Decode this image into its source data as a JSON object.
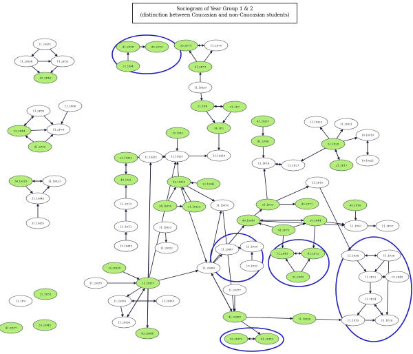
{
  "title": {
    "line1": "Sociogram of Year Group 1 & 2",
    "line2": "(distinction between Caucasian and non-Caucasian students)"
  },
  "colors": {
    "non_caucasian_fill": "#b4ee7a",
    "caucasian_fill": "#ffffff",
    "node_stroke": "#444444",
    "edge": "#1a1a3a",
    "group_highlight": "#1f1fb4"
  },
  "nodes": [
    {
      "id": "n01",
      "label": "11.2M32",
      "c": "w"
    },
    {
      "id": "n02",
      "label": "11.2M34",
      "c": "w"
    },
    {
      "id": "n03",
      "label": "11.2F35",
      "c": "w"
    },
    {
      "id": "n04",
      "label": "49.2F46",
      "c": "g"
    },
    {
      "id": "n05",
      "label": "41.2F38",
      "c": "g"
    },
    {
      "id": "n06",
      "label": "43.2F33",
      "c": "g"
    },
    {
      "id": "n07",
      "label": "21.1M4",
      "c": "g"
    },
    {
      "id": "n08",
      "label": "39.2F71",
      "c": "g"
    },
    {
      "id": "n09",
      "label": "11.2F70",
      "c": "w"
    },
    {
      "id": "n10",
      "label": "41.2F37",
      "c": "g"
    },
    {
      "id": "n11",
      "label": "11.1M39",
      "c": "w"
    },
    {
      "id": "n12",
      "label": "11.2F80",
      "c": "w"
    },
    {
      "id": "n13",
      "label": "11.2F66",
      "c": "w"
    },
    {
      "id": "n14",
      "label": "29.2F44",
      "c": "g"
    },
    {
      "id": "n15",
      "label": "11.2F76",
      "c": "w"
    },
    {
      "id": "n16",
      "label": "41.2F50",
      "c": "g"
    },
    {
      "id": "n17",
      "label": "21.1F4",
      "c": "g"
    },
    {
      "id": "n18",
      "label": "31.1F7",
      "c": "g"
    },
    {
      "id": "n19",
      "label": "34.1F2",
      "c": "g"
    },
    {
      "id": "n20",
      "label": "11.1M18",
      "c": "w"
    },
    {
      "id": "n21",
      "label": "39.1M3",
      "c": "g"
    },
    {
      "id": "n22",
      "label": "11.1M32",
      "c": "w"
    },
    {
      "id": "n23",
      "label": "11.1M31",
      "c": "w"
    },
    {
      "id": "n24",
      "label": "22.1M52",
      "c": "g"
    },
    {
      "id": "n25",
      "label": "49.1M1",
      "c": "g"
    },
    {
      "id": "n26",
      "label": "11.1F13",
      "c": "w"
    },
    {
      "id": "n27",
      "label": "11.1F11",
      "c": "w"
    },
    {
      "id": "n28",
      "label": "19.1M23",
      "c": "w"
    },
    {
      "id": "n29",
      "label": "41.2M37",
      "c": "g"
    },
    {
      "id": "n30",
      "label": "41.2F46",
      "c": "g"
    },
    {
      "id": "n31",
      "label": "11.1F14",
      "c": "w"
    },
    {
      "id": "n32",
      "label": "11.1F27",
      "c": "w"
    },
    {
      "id": "n33",
      "label": "11.1M25",
      "c": "w"
    },
    {
      "id": "n34",
      "label": "11.2M21",
      "c": "w"
    },
    {
      "id": "n35",
      "label": "31.1F28",
      "c": "g"
    },
    {
      "id": "n36",
      "label": "10.1M19",
      "c": "w"
    },
    {
      "id": "n37",
      "label": "21.1F17",
      "c": "g"
    },
    {
      "id": "n38",
      "label": "19.1M21",
      "c": "w"
    },
    {
      "id": "n39",
      "label": "34.1M19",
      "c": "g"
    },
    {
      "id": "n40",
      "label": "11.1M23",
      "c": "w"
    },
    {
      "id": "n41",
      "label": "11.1M40",
      "c": "w"
    },
    {
      "id": "n42",
      "label": "11.1M35",
      "c": "w"
    },
    {
      "id": "n43",
      "label": "49.1M16",
      "c": "g"
    },
    {
      "id": "n44",
      "label": "22.1M41",
      "c": "g"
    },
    {
      "id": "n45",
      "label": "34.1M76",
      "c": "g"
    },
    {
      "id": "n46",
      "label": "21.1M23",
      "c": "g"
    },
    {
      "id": "n47",
      "label": "11.1M70",
      "c": "w"
    },
    {
      "id": "n48",
      "label": "11.1F10",
      "c": "w"
    },
    {
      "id": "n49",
      "label": "31.1F33",
      "c": "g"
    },
    {
      "id": "n50",
      "label": "43.2F71",
      "c": "g"
    },
    {
      "id": "n51",
      "label": "49.1F16",
      "c": "g"
    },
    {
      "id": "n52",
      "label": "11.1F41",
      "c": "w"
    },
    {
      "id": "n53",
      "label": "11.1F37",
      "c": "w"
    },
    {
      "id": "n54",
      "label": "49.1M49",
      "c": "g"
    },
    {
      "id": "n55",
      "label": "39.1F44",
      "c": "g"
    },
    {
      "id": "n56",
      "label": "41.2F73",
      "c": "g"
    },
    {
      "id": "n57",
      "label": "11.1M33",
      "c": "w"
    },
    {
      "id": "n58",
      "label": "11.2M32",
      "c": "w"
    },
    {
      "id": "n59",
      "label": "19.1M83",
      "c": "w"
    },
    {
      "id": "n60",
      "label": "11.2M47",
      "c": "w"
    },
    {
      "id": "n61",
      "label": "11.1F30",
      "c": "w"
    },
    {
      "id": "n62",
      "label": "10.1F32",
      "c": "w"
    },
    {
      "id": "n63",
      "label": "11.2F43",
      "c": "g"
    },
    {
      "id": "n64",
      "label": "41.2F72",
      "c": "g"
    },
    {
      "id": "n65",
      "label": "32.2F49",
      "c": "g"
    },
    {
      "id": "n66",
      "label": "11.1F38",
      "c": "w"
    },
    {
      "id": "n67",
      "label": "11.1F36",
      "c": "w"
    },
    {
      "id": "n68",
      "label": "11.1F22",
      "c": "w"
    },
    {
      "id": "n69",
      "label": "19.2F45",
      "c": "w"
    },
    {
      "id": "n70",
      "label": "10.2M38",
      "c": "g"
    },
    {
      "id": "n71",
      "label": "11.2M35",
      "c": "w"
    },
    {
      "id": "n72",
      "label": "11.2M57",
      "c": "g"
    },
    {
      "id": "n73",
      "label": "11.2M69",
      "c": "w"
    },
    {
      "id": "n74",
      "label": "11.2M77",
      "c": "w"
    },
    {
      "id": "n75",
      "label": "11.2M39",
      "c": "w"
    },
    {
      "id": "n76",
      "label": "11.2M55",
      "c": "w"
    },
    {
      "id": "n77",
      "label": "11.2M36",
      "c": "w"
    },
    {
      "id": "n78",
      "label": "43.2M44",
      "c": "g"
    },
    {
      "id": "n79",
      "label": "41.2M60",
      "c": "g"
    },
    {
      "id": "n80",
      "label": "11.1M34",
      "c": "g"
    },
    {
      "id": "n81",
      "label": "11.1F15",
      "c": "w"
    },
    {
      "id": "n82",
      "label": "11.1F24",
      "c": "w"
    },
    {
      "id": "n83",
      "label": "11.1F26",
      "c": "w"
    },
    {
      "id": "n84",
      "label": "30.2M70",
      "c": "g"
    },
    {
      "id": "n85",
      "label": "41.2M59",
      "c": "g"
    },
    {
      "id": "n86",
      "label": "11.1F9",
      "c": "w"
    },
    {
      "id": "n87",
      "label": "22.1F31",
      "c": "g"
    },
    {
      "id": "n88",
      "label": "41.2F37",
      "c": "g"
    },
    {
      "id": "n89",
      "label": "29.2M43",
      "c": "g"
    }
  ],
  "edges": [
    [
      "n01",
      "n02"
    ],
    [
      "n01",
      "n03"
    ],
    [
      "n02",
      "n03"
    ],
    [
      "n03",
      "n04"
    ],
    [
      "n02",
      "n04"
    ],
    [
      "n05",
      "n06"
    ],
    [
      "n07",
      "n05"
    ],
    [
      "n08",
      "n09"
    ],
    [
      "n09",
      "n08"
    ],
    [
      "n10",
      "n08"
    ],
    [
      "n10",
      "n09"
    ],
    [
      "n11",
      "n10"
    ],
    [
      "n12",
      "n14"
    ],
    [
      "n13",
      "n15"
    ],
    [
      "n14",
      "n15"
    ],
    [
      "n16",
      "n14"
    ],
    [
      "n16",
      "n15"
    ],
    [
      "n12",
      "n15"
    ],
    [
      "n14",
      "n12"
    ],
    [
      "n17",
      "n18"
    ],
    [
      "n18",
      "n17"
    ],
    [
      "n17",
      "n19"
    ],
    [
      "n18",
      "n19"
    ],
    [
      "n11",
      "n17"
    ],
    [
      "n19",
      "n20"
    ],
    [
      "n21",
      "n23"
    ],
    [
      "n22",
      "n23"
    ],
    [
      "n23",
      "n22"
    ],
    [
      "n23",
      "n20"
    ],
    [
      "n24",
      "n22"
    ],
    [
      "n43",
      "n23"
    ],
    [
      "n44",
      "n43"
    ],
    [
      "n45",
      "n43"
    ],
    [
      "n46",
      "n43"
    ],
    [
      "n45",
      "n46"
    ],
    [
      "n43",
      "n47"
    ],
    [
      "n24",
      "n25"
    ],
    [
      "n25",
      "n24"
    ],
    [
      "n26",
      "n25"
    ],
    [
      "n27",
      "n26"
    ],
    [
      "n28",
      "n27"
    ],
    [
      "n29",
      "n30"
    ],
    [
      "n30",
      "n31"
    ],
    [
      "n31",
      "n32"
    ],
    [
      "n32",
      "n31"
    ],
    [
      "n35",
      "n34"
    ],
    [
      "n35",
      "n33"
    ],
    [
      "n35",
      "n36"
    ],
    [
      "n37",
      "n35"
    ],
    [
      "n35",
      "n37"
    ],
    [
      "n36",
      "n38"
    ],
    [
      "n38",
      "n36"
    ],
    [
      "n35",
      "n32"
    ],
    [
      "n39",
      "n40"
    ],
    [
      "n40",
      "n39"
    ],
    [
      "n39",
      "n41"
    ],
    [
      "n41",
      "n40"
    ],
    [
      "n42",
      "n41"
    ],
    [
      "n49",
      "n31"
    ],
    [
      "n49",
      "n50"
    ],
    [
      "n54",
      "n49"
    ],
    [
      "n54",
      "n55"
    ],
    [
      "n55",
      "n54"
    ],
    [
      "n56",
      "n55"
    ],
    [
      "n56",
      "n54"
    ],
    [
      "n49",
      "n48"
    ],
    [
      "n55",
      "n52"
    ],
    [
      "n51",
      "n52"
    ],
    [
      "n52",
      "n53"
    ],
    [
      "n48",
      "n66"
    ],
    [
      "n57",
      "n58"
    ],
    [
      "n60",
      "n61"
    ],
    [
      "n61",
      "n60"
    ],
    [
      "n62",
      "n61"
    ],
    [
      "n63",
      "n64"
    ],
    [
      "n64",
      "n63"
    ],
    [
      "n65",
      "n63"
    ],
    [
      "n65",
      "n64"
    ],
    [
      "n56",
      "n63"
    ],
    [
      "n55",
      "n64"
    ],
    [
      "n66",
      "n67"
    ],
    [
      "n67",
      "n66"
    ],
    [
      "n66",
      "n68"
    ],
    [
      "n67",
      "n68"
    ],
    [
      "n68",
      "n69"
    ],
    [
      "n69",
      "n68"
    ],
    [
      "n68",
      "n82"
    ],
    [
      "n82",
      "n81"
    ],
    [
      "n83",
      "n82"
    ],
    [
      "n82",
      "n83"
    ],
    [
      "n81",
      "n83"
    ],
    [
      "n70",
      "n72"
    ],
    [
      "n71",
      "n72"
    ],
    [
      "n72",
      "n75"
    ],
    [
      "n75",
      "n76"
    ],
    [
      "n76",
      "n75"
    ],
    [
      "n72",
      "n77"
    ],
    [
      "n75",
      "n77"
    ],
    [
      "n72",
      "n78"
    ],
    [
      "n77",
      "n72"
    ],
    [
      "n72",
      "n73"
    ],
    [
      "n73",
      "n60"
    ],
    [
      "n73",
      "n54"
    ],
    [
      "n73",
      "n47"
    ],
    [
      "n74",
      "n79"
    ],
    [
      "n73",
      "n79"
    ],
    [
      "n79",
      "n73"
    ],
    [
      "n79",
      "n80"
    ],
    [
      "n80",
      "n81"
    ],
    [
      "n84",
      "n85"
    ],
    [
      "n85",
      "n84"
    ],
    [
      "n79",
      "n85"
    ],
    [
      "n47",
      "n79"
    ],
    [
      "n72",
      "n22"
    ],
    [
      "n78",
      "n22"
    ],
    [
      "n72",
      "n23"
    ],
    [
      "n43",
      "n73"
    ],
    [
      "n54",
      "n52"
    ],
    [
      "n67",
      "n83"
    ]
  ],
  "groups": [
    "top-group",
    "mid-group",
    "center-group",
    "right-group",
    "bottom-group"
  ]
}
